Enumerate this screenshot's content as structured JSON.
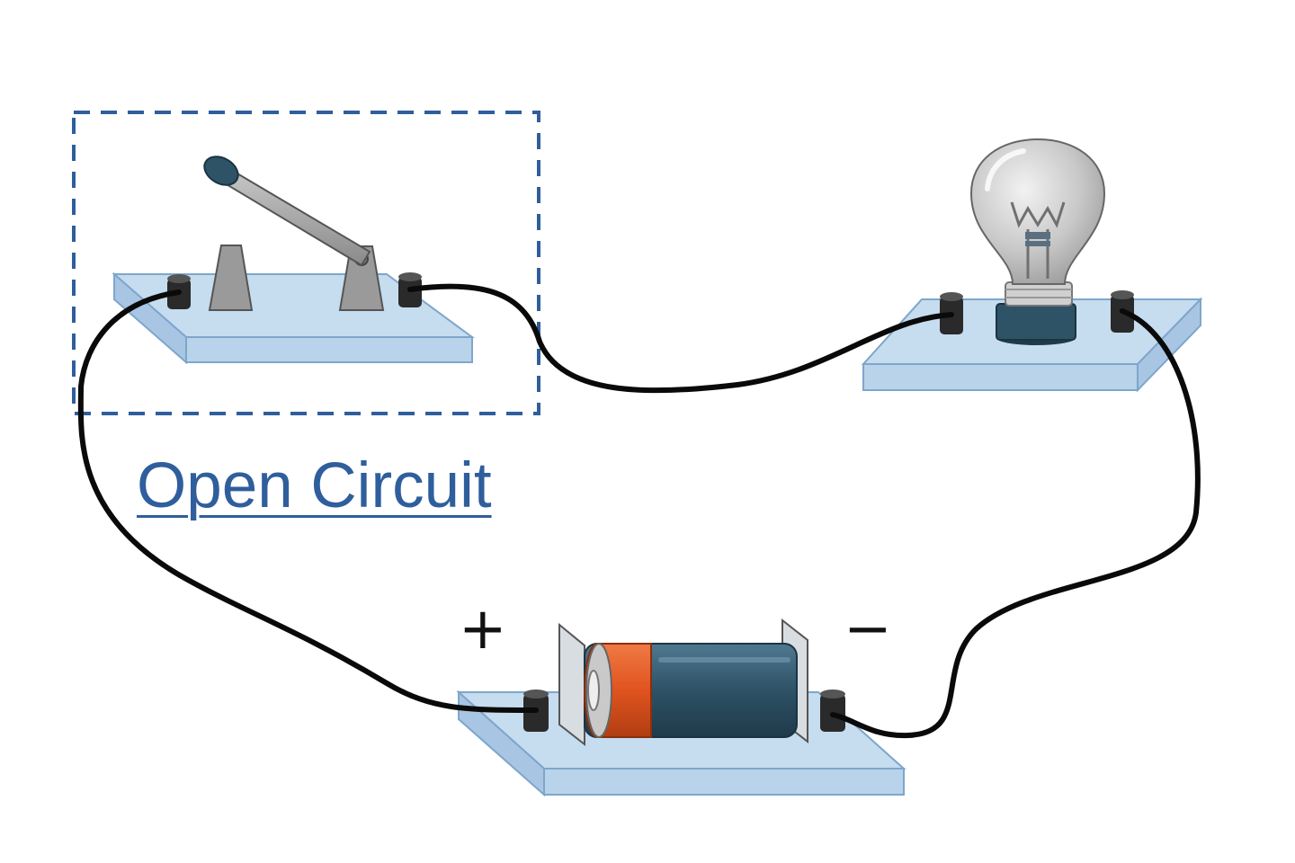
{
  "caption": "Open Circuit",
  "battery": {
    "positive_sign": "+",
    "negative_sign": "−"
  },
  "components": [
    {
      "name": "switch",
      "state": "open"
    },
    {
      "name": "bulb",
      "state": "off"
    },
    {
      "name": "battery"
    }
  ],
  "colors": {
    "board_top": "#c6dcef",
    "board_edge": "#8fb6d9",
    "dashed_box": "#2f5e9c",
    "wire": "#0a0a0a",
    "battery_body": "#2e5266",
    "battery_cap": "#e0531f",
    "terminal": "#2a2a2a",
    "switch_metal": "#9a9a9a",
    "bulb_glass": "#cfcfcf",
    "bulb_base": "#2e5266"
  }
}
